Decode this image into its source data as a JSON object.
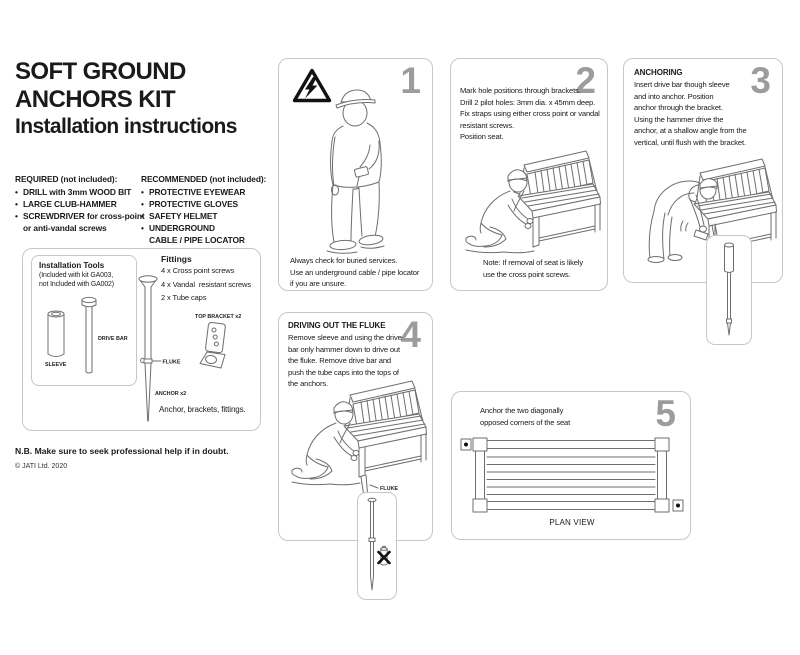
{
  "header": {
    "title_lines": [
      "SOFT GROUND",
      "ANCHORS KIT",
      "Installation instructions"
    ]
  },
  "required": {
    "heading": "REQUIRED (not included):",
    "items": [
      "DRILL with 3mm WOOD BIT",
      "LARGE CLUB-HAMMER",
      "SCREWDRIVER for cross-point\nor anti-vandal screws"
    ]
  },
  "recommended": {
    "heading": "RECOMMENDED (not included):",
    "items": [
      "PROTECTIVE EYEWEAR",
      "PROTECTIVE GLOVES",
      "SAFETY HELMET",
      "UNDERGROUND\nCABLE / PIPE LOCATOR"
    ]
  },
  "tools_box": {
    "tools_heading": "Installation Tools",
    "tools_subtext": "(Included with kit GA003,\nnot Included with GA002)",
    "sleeve_label": "SLEEVE",
    "drive_bar_label": "DRIVE BAR",
    "fittings_heading": "Fittings",
    "fittings_items": [
      "4 x Cross point screws",
      "4 x Vandal  resistant screws",
      "2 x Tube caps"
    ],
    "top_bracket_label": "TOP BRACKET x2",
    "fluke_label": "FLUKE",
    "anchor_label": "ANCHOR x2",
    "caption": "Anchor, brackets, fittings."
  },
  "footer": {
    "note": "N.B. Make sure to seek professional help if in doubt.",
    "copyright": "© JATI Ltd. 2020"
  },
  "steps": {
    "s1": {
      "number": "1",
      "caption": "Always check for buried services.\nUse an underground cable / pipe locator\nif you are unsure."
    },
    "s2": {
      "number": "2",
      "text": "Mark hole positions through brackets.\nDrill 2 pilot holes: 3mm dia. x 45mm deep.\nFix straps using either cross point or vandal\nresistant screws.\nPosition seat.",
      "note": "Note: If removal of seat is likely\nuse the cross point screws."
    },
    "s3": {
      "number": "3",
      "heading": "ANCHORING",
      "text": "Insert drive bar though sleeve\nand into anchor. Position\nanchor through the bracket.\nUsing the hammer drive the\nanchor, at a shallow angle from the\nvertical, until flush with the bracket."
    },
    "s4": {
      "number": "4",
      "heading": "DRIVING OUT THE FLUKE",
      "text": "Remove sleeve and using the drive\nbar only hammer down to drive out\nthe fluke. Remove drive bar and\npush the tube caps into the tops of\nthe anchors.",
      "fluke_label": "FLUKE"
    },
    "s5": {
      "number": "5",
      "text": "Anchor the two diagonally\nopposed corners of the seat",
      "caption": "PLAN VIEW"
    }
  }
}
